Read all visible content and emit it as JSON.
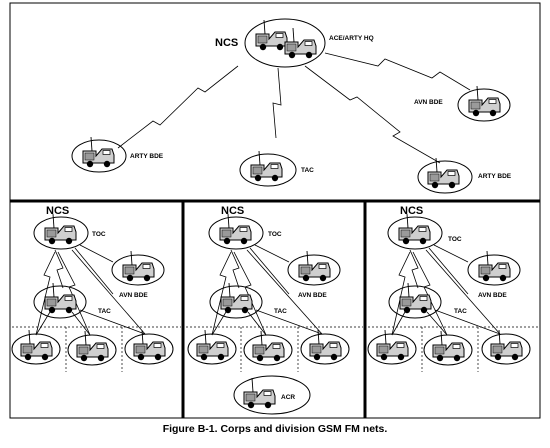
{
  "top_net": {
    "ncs_label": "NCS",
    "hq_label": "ACE/ARTY HQ",
    "arty_bde_left": "ARTY BDE",
    "tac": "TAC",
    "arty_bde_right": "ARTY BDE",
    "avn_bde": "AVN BDE"
  },
  "division_nets": [
    {
      "ncs": "NCS",
      "toc": "TOC",
      "avn_bde": "AVN BDE",
      "tac": "TAC"
    },
    {
      "ncs": "NCS",
      "toc": "TOC",
      "avn_bde": "AVN BDE",
      "tac": "TAC"
    },
    {
      "ncs": "NCS",
      "toc": "TOC",
      "avn_bde": "AVN BDE",
      "tac": "TAC"
    }
  ],
  "acr_label": "ACR",
  "caption": "Figure B-1.  Corps and division GSM FM nets.",
  "colors": {
    "ink": "#000000",
    "background": "#ffffff",
    "vehicle_fill": "#cfcfcf"
  }
}
